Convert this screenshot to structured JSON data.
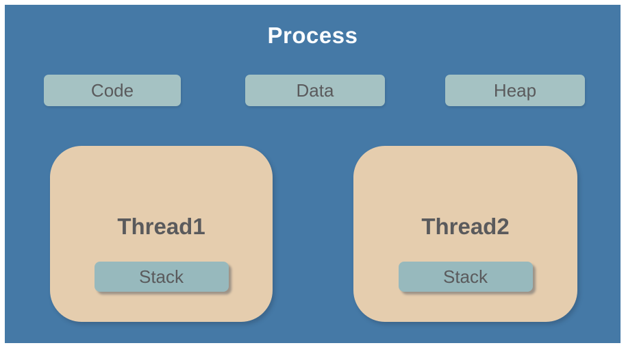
{
  "diagram": {
    "title": "Process",
    "segments": [
      {
        "label": "Code"
      },
      {
        "label": "Data"
      },
      {
        "label": "Heap"
      }
    ],
    "threads": [
      {
        "label": "Thread1",
        "stack_label": "Stack"
      },
      {
        "label": "Thread2",
        "stack_label": "Stack"
      }
    ],
    "colors": {
      "page_bg": "#ffffff",
      "panel": "#4579a6",
      "segment_fill": "#a5c2c3",
      "thread_fill": "#e5cdae",
      "stack_fill": "#97b9bd",
      "title_text": "#fafcfe",
      "label_text": "#5a5a5c"
    }
  }
}
